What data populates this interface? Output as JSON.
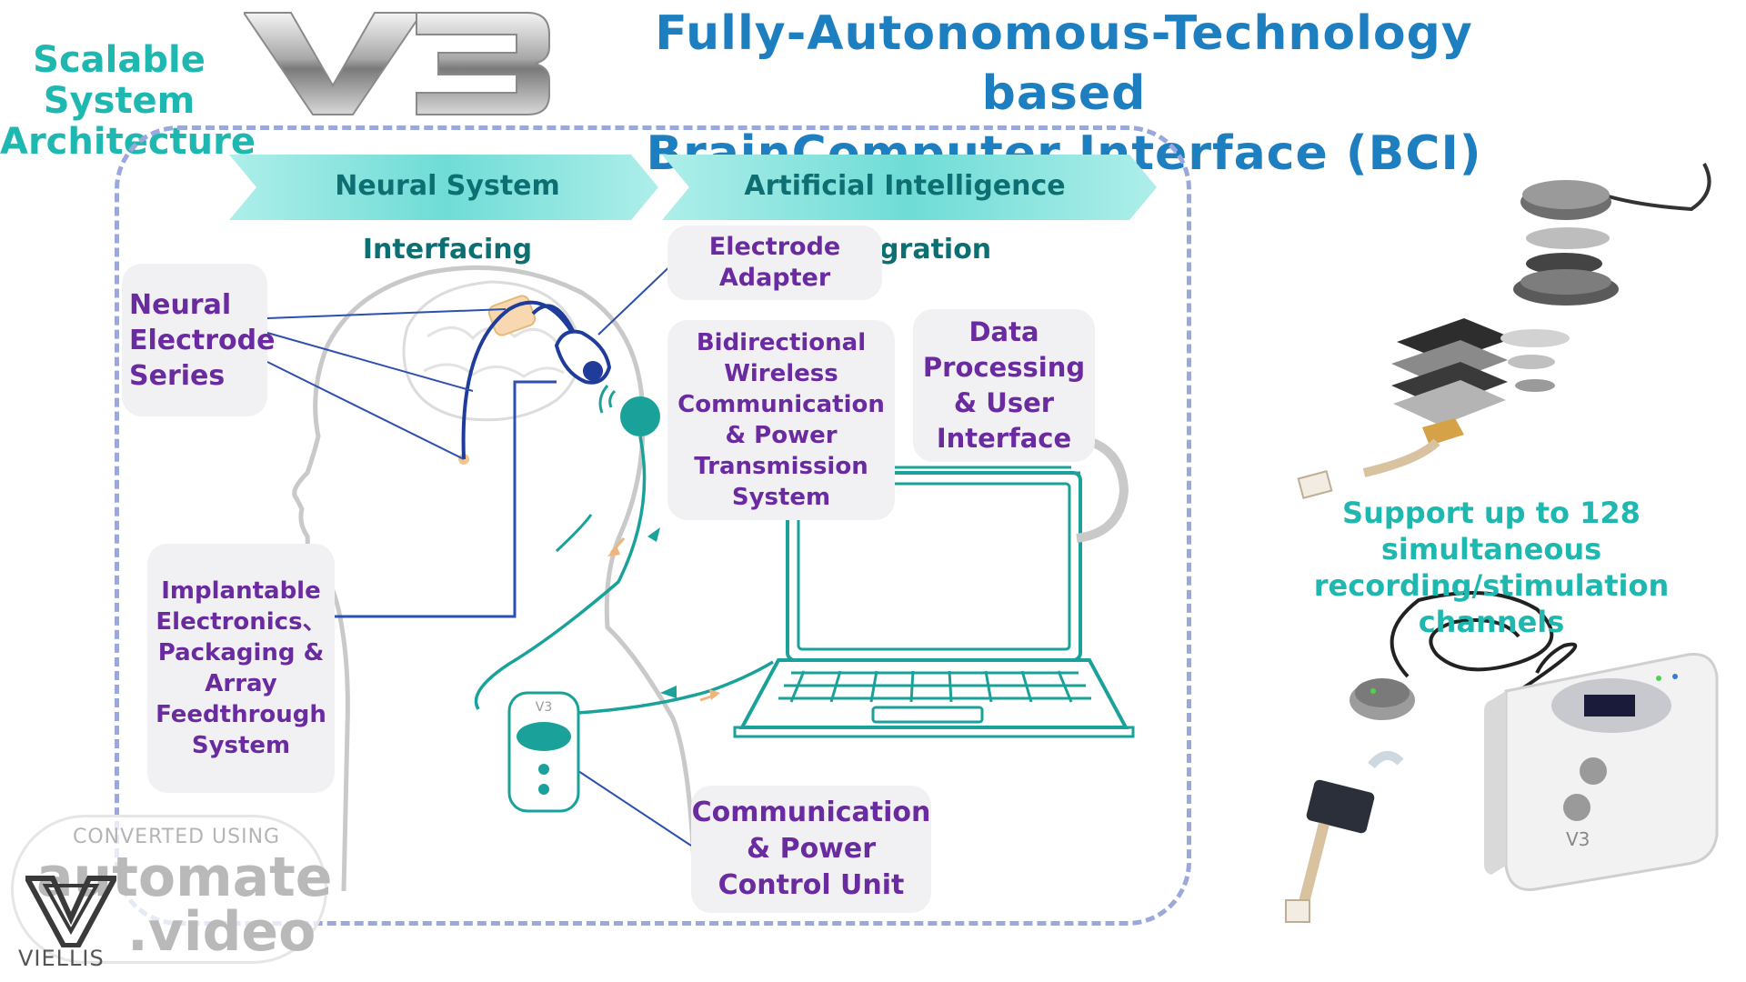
{
  "header": {
    "title_line1": "Fully-Autonomous-Technology based",
    "title_line2": "BrainComputer Interface (BCI)",
    "arch_line1": "Scalable",
    "arch_line2": "System",
    "arch_line3": "Architecture",
    "logo_text": "V3"
  },
  "ribbons": {
    "neural": "Neural System Interfacing",
    "ai": "Artificial Intelligence Integration"
  },
  "boxes": {
    "electrode_adapter": [
      "Electrode",
      "Adapter"
    ],
    "neural_electrode": [
      "Neural",
      "Electrode",
      "Series"
    ],
    "bidirectional": [
      "Bidirectional",
      "Wireless",
      "Communication",
      "& Power",
      "Transmission",
      "System"
    ],
    "data_processing": [
      "Data",
      "Processing",
      "& User",
      "Interface"
    ],
    "implantable": [
      "Implantable",
      "Electronics、",
      "Packaging &",
      "Array",
      "Feedthrough",
      "System"
    ],
    "comm_power": [
      "Communication",
      "& Power",
      "Control Unit"
    ]
  },
  "device_label": "V3",
  "support": {
    "line1": "Support up to 128  simultaneous",
    "line2": "recording/stimulation channels"
  },
  "watermark": {
    "top": "CONVERTED USING",
    "line1": "automate",
    "line2": ".video",
    "brand": "VIELLIS"
  },
  "colors": {
    "title_blue": "#1e7fc0",
    "teal": "#1fb8b0",
    "purple": "#6a2aa0",
    "frame_dash": "#9aa8db",
    "line_teal": "#1aa29a",
    "line_blue": "#1f3c9a"
  }
}
